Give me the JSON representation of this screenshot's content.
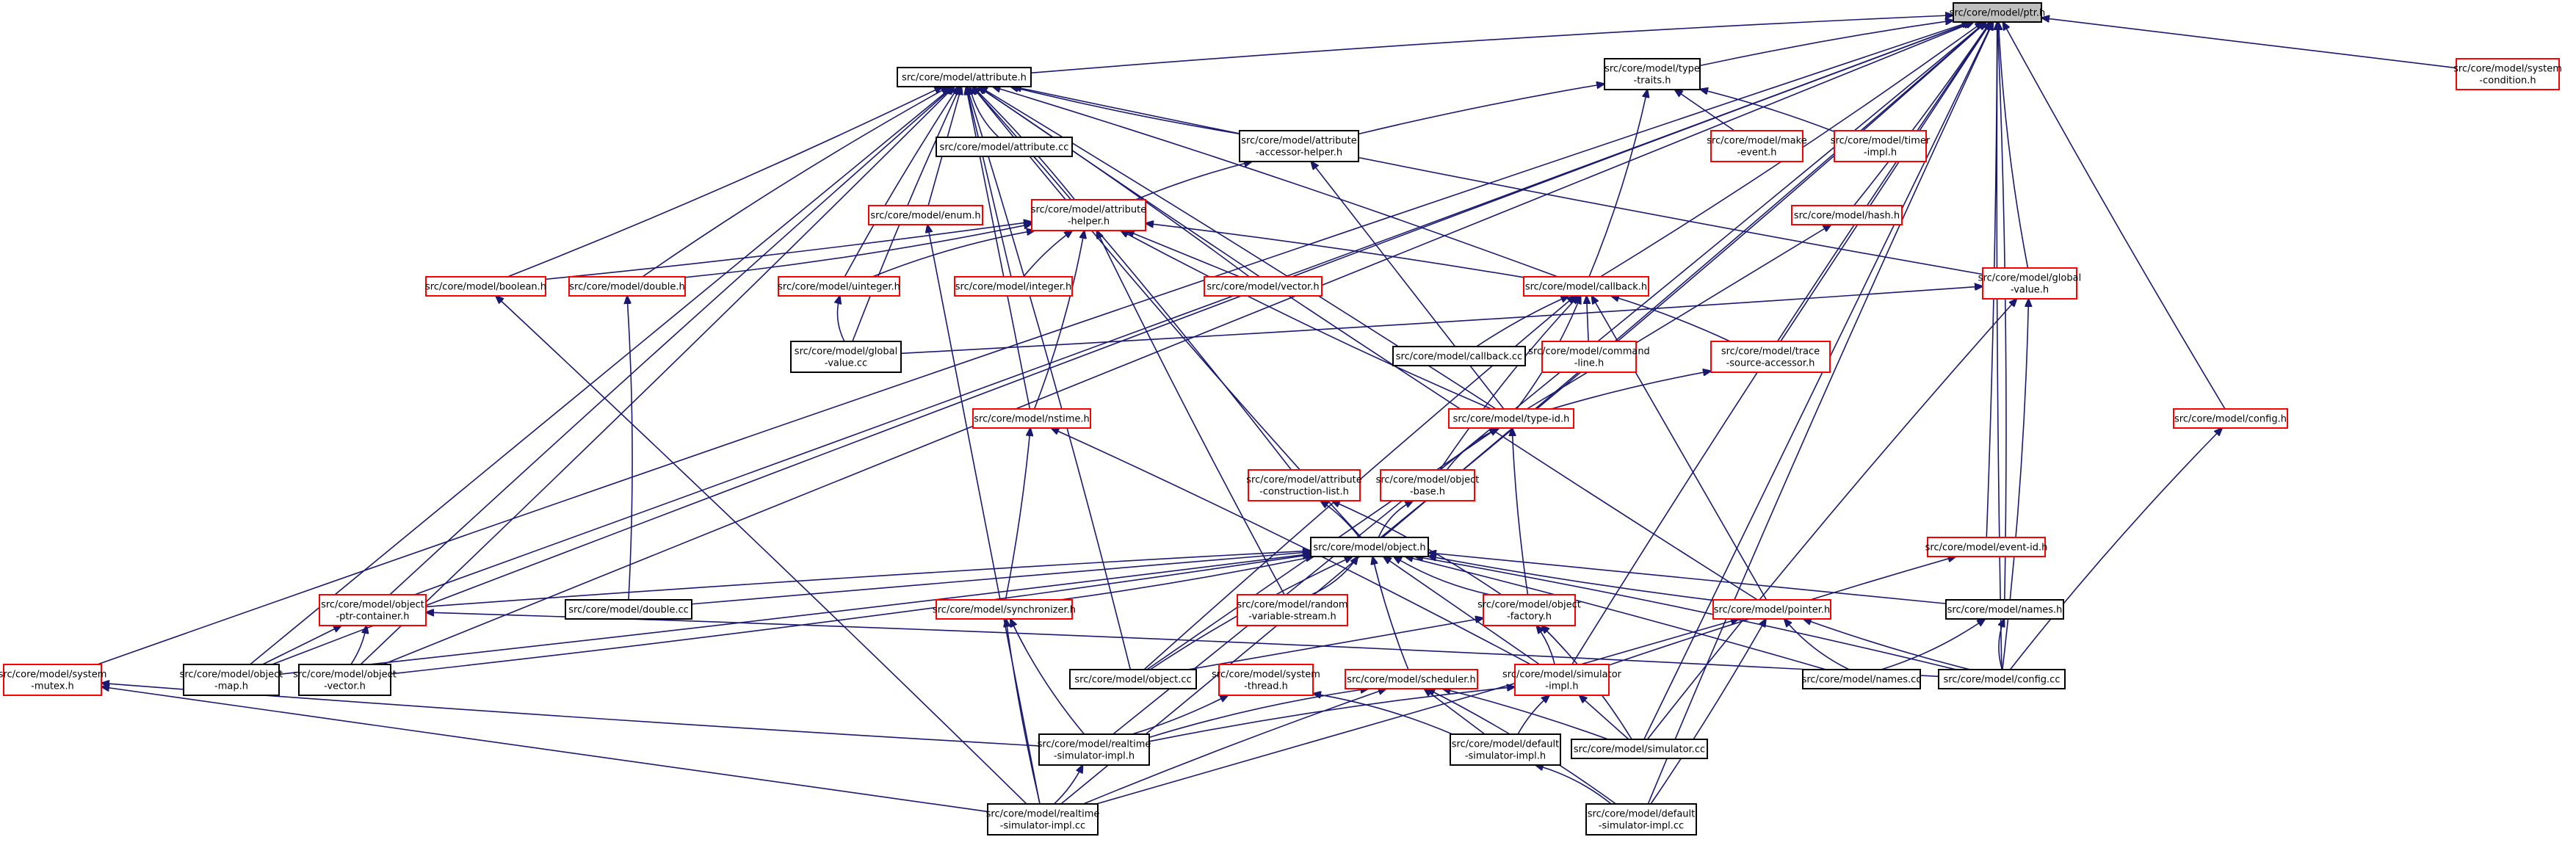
{
  "graph": {
    "colors": {
      "edge": "#191970",
      "border_normal": "#000000",
      "border_undocumented": "#ff0000",
      "root_fill": "#bfbfbf"
    },
    "nodes": [
      {
        "id": "ptr",
        "lines": [
          "src/core/model/ptr.h"
        ],
        "style": "root"
      },
      {
        "id": "attribute",
        "lines": [
          "src/core/model/attribute.h"
        ],
        "style": "black"
      },
      {
        "id": "typetraits",
        "lines": [
          "src/core/model/type",
          "-traits.h"
        ],
        "style": "black"
      },
      {
        "id": "syscond",
        "lines": [
          "src/core/model/system",
          "-condition.h"
        ],
        "style": "red"
      },
      {
        "id": "attributecc",
        "lines": [
          "src/core/model/attribute.cc"
        ],
        "style": "black"
      },
      {
        "id": "accessor",
        "lines": [
          "src/core/model/attribute",
          "-accessor-helper.h"
        ],
        "style": "black"
      },
      {
        "id": "makeevent",
        "lines": [
          "src/core/model/make",
          "-event.h"
        ],
        "style": "red"
      },
      {
        "id": "timerimpl",
        "lines": [
          "src/core/model/timer",
          "-impl.h"
        ],
        "style": "red"
      },
      {
        "id": "enum",
        "lines": [
          "src/core/model/enum.h"
        ],
        "style": "red"
      },
      {
        "id": "attrhelper",
        "lines": [
          "src/core/model/attribute",
          "-helper.h"
        ],
        "style": "red"
      },
      {
        "id": "hash",
        "lines": [
          "src/core/model/hash.h"
        ],
        "style": "red"
      },
      {
        "id": "boolean",
        "lines": [
          "src/core/model/boolean.h"
        ],
        "style": "red"
      },
      {
        "id": "double",
        "lines": [
          "src/core/model/double.h"
        ],
        "style": "red"
      },
      {
        "id": "uinteger",
        "lines": [
          "src/core/model/uinteger.h"
        ],
        "style": "red"
      },
      {
        "id": "integer",
        "lines": [
          "src/core/model/integer.h"
        ],
        "style": "red"
      },
      {
        "id": "vector",
        "lines": [
          "src/core/model/vector.h"
        ],
        "style": "red"
      },
      {
        "id": "callback",
        "lines": [
          "src/core/model/callback.h"
        ],
        "style": "red"
      },
      {
        "id": "globalvalue",
        "lines": [
          "src/core/model/global",
          "-value.h"
        ],
        "style": "red"
      },
      {
        "id": "globalvaluecc",
        "lines": [
          "src/core/model/global",
          "-value.cc"
        ],
        "style": "black"
      },
      {
        "id": "callbackcc",
        "lines": [
          "src/core/model/callback.cc"
        ],
        "style": "black"
      },
      {
        "id": "commandline",
        "lines": [
          "src/core/model/command",
          "-line.h"
        ],
        "style": "red"
      },
      {
        "id": "traceaccessor",
        "lines": [
          "src/core/model/trace",
          "-source-accessor.h"
        ],
        "style": "red"
      },
      {
        "id": "nstime",
        "lines": [
          "src/core/model/nstime.h"
        ],
        "style": "red"
      },
      {
        "id": "typeid",
        "lines": [
          "src/core/model/type-id.h"
        ],
        "style": "red"
      },
      {
        "id": "config",
        "lines": [
          "src/core/model/config.h"
        ],
        "style": "red"
      },
      {
        "id": "constructionlist",
        "lines": [
          "src/core/model/attribute",
          "-construction-list.h"
        ],
        "style": "red"
      },
      {
        "id": "objectbase",
        "lines": [
          "src/core/model/object",
          "-base.h"
        ],
        "style": "red"
      },
      {
        "id": "object",
        "lines": [
          "src/core/model/object.h"
        ],
        "style": "black"
      },
      {
        "id": "eventid",
        "lines": [
          "src/core/model/event-id.h"
        ],
        "style": "red"
      },
      {
        "id": "ptrcontainer",
        "lines": [
          "src/core/model/object",
          "-ptr-container.h"
        ],
        "style": "red"
      },
      {
        "id": "doublecc",
        "lines": [
          "src/core/model/double.cc"
        ],
        "style": "black"
      },
      {
        "id": "synchronizer",
        "lines": [
          "src/core/model/synchronizer.h"
        ],
        "style": "red"
      },
      {
        "id": "randomstream",
        "lines": [
          "src/core/model/random",
          "-variable-stream.h"
        ],
        "style": "red"
      },
      {
        "id": "objectfactory",
        "lines": [
          "src/core/model/object",
          "-factory.h"
        ],
        "style": "red"
      },
      {
        "id": "pointer",
        "lines": [
          "src/core/model/pointer.h"
        ],
        "style": "red"
      },
      {
        "id": "names",
        "lines": [
          "src/core/model/names.h"
        ],
        "style": "black"
      },
      {
        "id": "sysmutex",
        "lines": [
          "src/core/model/system",
          "-mutex.h"
        ],
        "style": "red"
      },
      {
        "id": "objectmap",
        "lines": [
          "src/core/model/object",
          "-map.h"
        ],
        "style": "black"
      },
      {
        "id": "objectvector",
        "lines": [
          "src/core/model/object",
          "-vector.h"
        ],
        "style": "black"
      },
      {
        "id": "objectcc",
        "lines": [
          "src/core/model/object.cc"
        ],
        "style": "black"
      },
      {
        "id": "systhread",
        "lines": [
          "src/core/model/system",
          "-thread.h"
        ],
        "style": "red"
      },
      {
        "id": "scheduler",
        "lines": [
          "src/core/model/scheduler.h"
        ],
        "style": "red"
      },
      {
        "id": "simimpl",
        "lines": [
          "src/core/model/simulator",
          "-impl.h"
        ],
        "style": "red"
      },
      {
        "id": "namescc",
        "lines": [
          "src/core/model/names.cc"
        ],
        "style": "black"
      },
      {
        "id": "configcc",
        "lines": [
          "src/core/model/config.cc"
        ],
        "style": "black"
      },
      {
        "id": "rtsimimpl",
        "lines": [
          "src/core/model/realtime",
          "-simulator-impl.h"
        ],
        "style": "black"
      },
      {
        "id": "defsimimpl",
        "lines": [
          "src/core/model/default",
          "-simulator-impl.h"
        ],
        "style": "black"
      },
      {
        "id": "simulatorcc",
        "lines": [
          "src/core/model/simulator.cc"
        ],
        "style": "black"
      },
      {
        "id": "rtsimimplcc",
        "lines": [
          "src/core/model/realtime",
          "-simulator-impl.cc"
        ],
        "style": "black"
      },
      {
        "id": "defsimimplcc",
        "lines": [
          "src/core/model/default",
          "-simulator-impl.cc"
        ],
        "style": "black"
      }
    ],
    "edges": [
      [
        "attribute",
        "ptr"
      ],
      [
        "typetraits",
        "ptr"
      ],
      [
        "syscond",
        "ptr"
      ],
      [
        "hash",
        "ptr"
      ],
      [
        "callback",
        "ptr"
      ],
      [
        "globalvalue",
        "ptr"
      ],
      [
        "config",
        "ptr"
      ],
      [
        "traceaccessor",
        "ptr"
      ],
      [
        "eventid",
        "ptr"
      ],
      [
        "names",
        "ptr"
      ],
      [
        "sysmutex",
        "ptr"
      ],
      [
        "objectmap",
        "ptr"
      ],
      [
        "objectvector",
        "ptr"
      ],
      [
        "ptrcontainer",
        "ptr"
      ],
      [
        "object",
        "ptr"
      ],
      [
        "simimpl",
        "ptr"
      ],
      [
        "configcc",
        "ptr"
      ],
      [
        "simulatorcc",
        "ptr"
      ],
      [
        "rtsimimpl",
        "ptr"
      ],
      [
        "rtsimimplcc",
        "ptr"
      ],
      [
        "defsimimplcc",
        "ptr"
      ],
      [
        "accessor",
        "typetraits"
      ],
      [
        "makeevent",
        "typetraits"
      ],
      [
        "timerimpl",
        "typetraits"
      ],
      [
        "callback",
        "typetraits"
      ],
      [
        "attributecc",
        "attribute"
      ],
      [
        "accessor",
        "attribute"
      ],
      [
        "enum",
        "attribute"
      ],
      [
        "attrhelper",
        "attribute"
      ],
      [
        "boolean",
        "attribute"
      ],
      [
        "double",
        "attribute"
      ],
      [
        "uinteger",
        "attribute"
      ],
      [
        "integer",
        "attribute"
      ],
      [
        "vector",
        "attribute"
      ],
      [
        "callback",
        "attribute"
      ],
      [
        "globalvalue",
        "attribute"
      ],
      [
        "globalvaluecc",
        "attribute"
      ],
      [
        "nstime",
        "attribute"
      ],
      [
        "typeid",
        "attribute"
      ],
      [
        "constructionlist",
        "attribute"
      ],
      [
        "object",
        "attribute"
      ],
      [
        "ptrcontainer",
        "attribute"
      ],
      [
        "objectmap",
        "attribute"
      ],
      [
        "objectvector",
        "attribute"
      ],
      [
        "objectcc",
        "attribute"
      ],
      [
        "pointer",
        "attribute"
      ],
      [
        "attrhelper",
        "accessor"
      ],
      [
        "typeid",
        "accessor"
      ],
      [
        "boolean",
        "attrhelper"
      ],
      [
        "double",
        "attrhelper"
      ],
      [
        "uinteger",
        "attrhelper"
      ],
      [
        "integer",
        "attrhelper"
      ],
      [
        "vector",
        "attrhelper"
      ],
      [
        "callback",
        "attrhelper"
      ],
      [
        "nstime",
        "attrhelper"
      ],
      [
        "typeid",
        "attrhelper"
      ],
      [
        "randomstream",
        "attrhelper"
      ],
      [
        "rtsimimplcc",
        "enum"
      ],
      [
        "rtsimimplcc",
        "boolean"
      ],
      [
        "doublecc",
        "double"
      ],
      [
        "globalvaluecc",
        "uinteger"
      ],
      [
        "callbackcc",
        "callback"
      ],
      [
        "commandline",
        "callback"
      ],
      [
        "traceaccessor",
        "callback"
      ],
      [
        "typeid",
        "callback"
      ],
      [
        "objectbase",
        "callback"
      ],
      [
        "objectcc",
        "callback"
      ],
      [
        "pointer",
        "callback"
      ],
      [
        "globalvaluecc",
        "globalvalue"
      ],
      [
        "configcc",
        "globalvalue"
      ],
      [
        "simulatorcc",
        "globalvalue"
      ],
      [
        "typeid",
        "traceaccessor"
      ],
      [
        "typeid",
        "hash"
      ],
      [
        "synchronizer",
        "nstime"
      ],
      [
        "simimpl",
        "nstime"
      ],
      [
        "objectbase",
        "typeid"
      ],
      [
        "objectfactory",
        "typeid"
      ],
      [
        "objectcc",
        "typeid"
      ],
      [
        "object",
        "constructionlist"
      ],
      [
        "objectfactory",
        "constructionlist"
      ],
      [
        "object",
        "objectbase"
      ],
      [
        "ptrcontainer",
        "object"
      ],
      [
        "doublecc",
        "object"
      ],
      [
        "synchronizer",
        "object"
      ],
      [
        "randomstream",
        "object"
      ],
      [
        "objectfactory",
        "object"
      ],
      [
        "pointer",
        "object"
      ],
      [
        "names",
        "object"
      ],
      [
        "objectmap",
        "object"
      ],
      [
        "objectvector",
        "object"
      ],
      [
        "objectcc",
        "object"
      ],
      [
        "scheduler",
        "object"
      ],
      [
        "simimpl",
        "object"
      ],
      [
        "namescc",
        "object"
      ],
      [
        "configcc",
        "object"
      ],
      [
        "configcc",
        "config"
      ],
      [
        "simimpl",
        "eventid"
      ],
      [
        "objectmap",
        "ptrcontainer"
      ],
      [
        "objectvector",
        "ptrcontainer"
      ],
      [
        "configcc",
        "ptrcontainer"
      ],
      [
        "rtsimimpl",
        "synchronizer"
      ],
      [
        "rtsimimplcc",
        "synchronizer"
      ],
      [
        "objectcc",
        "objectfactory"
      ],
      [
        "simimpl",
        "objectfactory"
      ],
      [
        "simulatorcc",
        "objectfactory"
      ],
      [
        "namescc",
        "pointer"
      ],
      [
        "configcc",
        "pointer"
      ],
      [
        "rtsimimplcc",
        "pointer"
      ],
      [
        "defsimimplcc",
        "pointer"
      ],
      [
        "namescc",
        "names"
      ],
      [
        "configcc",
        "names"
      ],
      [
        "rtsimimpl",
        "sysmutex"
      ],
      [
        "rtsimimplcc",
        "sysmutex"
      ],
      [
        "rtsimimpl",
        "systhread"
      ],
      [
        "defsimimpl",
        "systhread"
      ],
      [
        "rtsimimpl",
        "scheduler"
      ],
      [
        "rtsimimplcc",
        "scheduler"
      ],
      [
        "defsimimpl",
        "scheduler"
      ],
      [
        "simulatorcc",
        "scheduler"
      ],
      [
        "defsimimplcc",
        "scheduler"
      ],
      [
        "rtsimimpl",
        "simimpl"
      ],
      [
        "defsimimpl",
        "simimpl"
      ],
      [
        "simulatorcc",
        "simimpl"
      ],
      [
        "rtsimimplcc",
        "rtsimimpl"
      ],
      [
        "defsimimplcc",
        "defsimimpl"
      ]
    ]
  }
}
